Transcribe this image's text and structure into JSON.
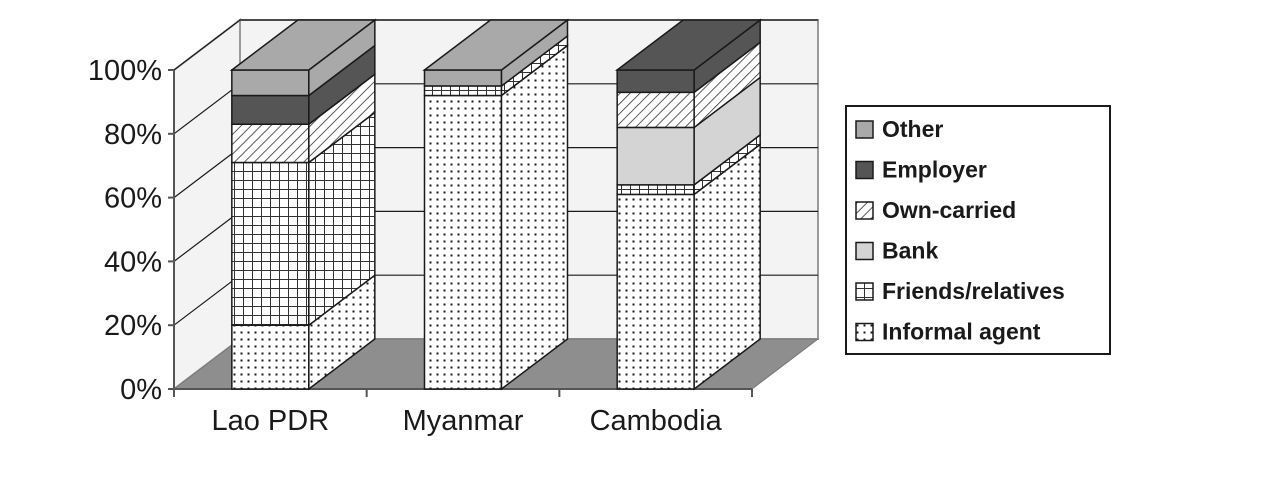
{
  "chart_data": {
    "type": "bar",
    "stacked": true,
    "three_d": true,
    "categories": [
      "Lao PDR",
      "Myanmar",
      "Cambodia"
    ],
    "ylim": [
      0,
      100
    ],
    "y_ticks": [
      "0%",
      "20%",
      "40%",
      "60%",
      "80%",
      "100%"
    ],
    "grid": true,
    "legend_position": "right",
    "series": [
      {
        "name": "Informal agent",
        "values": [
          20,
          92,
          61
        ],
        "pattern": "dots",
        "color": "#ffffff"
      },
      {
        "name": "Friends/relatives",
        "values": [
          51,
          3,
          3
        ],
        "pattern": "grid",
        "color": "#ffffff"
      },
      {
        "name": "Bank",
        "values": [
          0,
          0,
          18
        ],
        "pattern": "solid",
        "color": "#d4d4d4"
      },
      {
        "name": "Own-carried",
        "values": [
          12,
          0,
          11
        ],
        "pattern": "hatch",
        "color": "#ffffff"
      },
      {
        "name": "Employer",
        "values": [
          9,
          0,
          7
        ],
        "pattern": "solid",
        "color": "#555555"
      },
      {
        "name": "Other",
        "values": [
          8,
          5,
          0
        ],
        "pattern": "solid",
        "color": "#a9a9a9"
      }
    ],
    "legend_order": [
      "Other",
      "Employer",
      "Own-carried",
      "Bank",
      "Friends/relatives",
      "Informal agent"
    ]
  }
}
